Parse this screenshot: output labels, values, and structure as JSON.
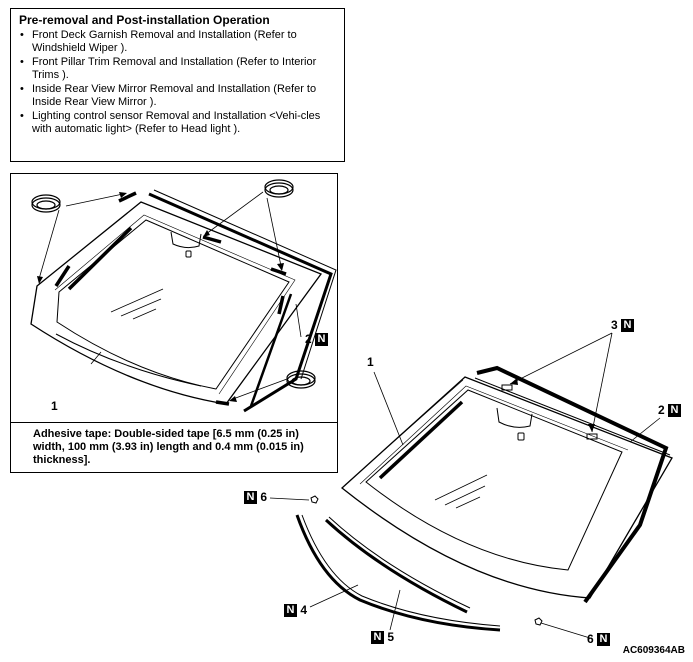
{
  "operation": {
    "title": "Pre-removal and Post-installation Operation",
    "items": [
      "Front Deck Garnish Removal and Installation (Refer to Windshield Wiper ).",
      "Front Pillar Trim Removal and Installation (Refer to Interior Trims ).",
      "Inside Rear View Mirror Removal and Installation (Refer to Inside Rear View Mirror ).",
      "Lighting control sensor Removal and Installation <Vehi-cles with automatic light> (Refer to Head light )."
    ]
  },
  "detail": {
    "caption": "Adhesive tape: Double-sided tape [6.5 mm (0.25 in) width, 100 mm (3.93 in) length and 0.4 mm (0.015 in) thickness].",
    "labels": {
      "part1": "1",
      "part2": "2"
    }
  },
  "main": {
    "labels": {
      "part1": "1",
      "part2": "2",
      "part3": "3",
      "part4": "4",
      "part5": "5",
      "part6a": "6",
      "part6b": "6"
    }
  },
  "badge_letter": "N",
  "figure_code": "AC609364AB"
}
